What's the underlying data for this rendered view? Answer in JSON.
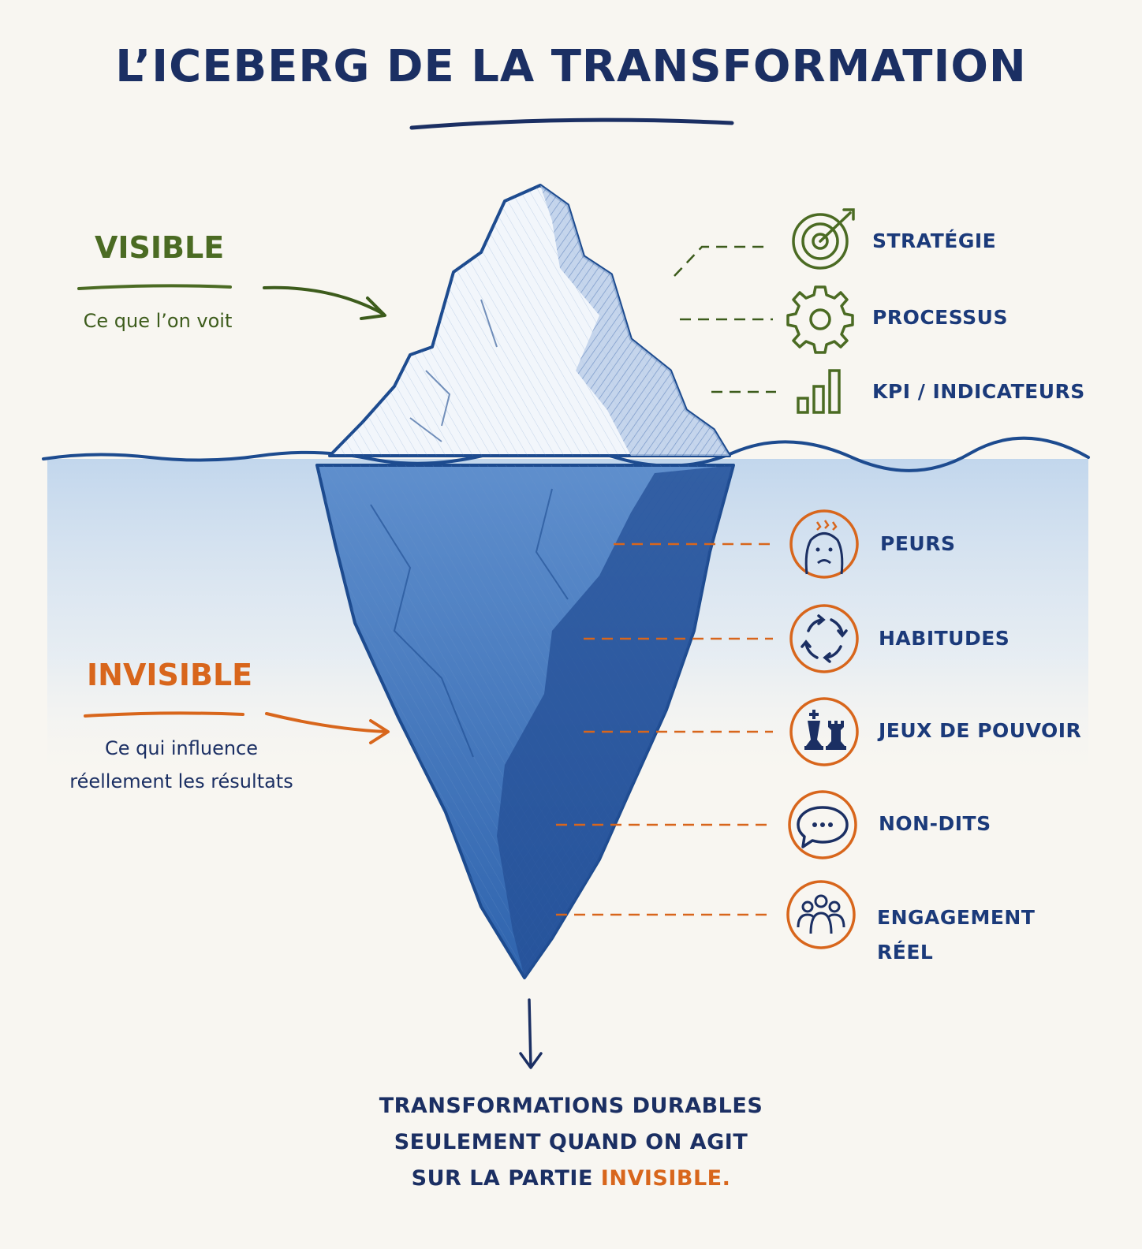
{
  "title": "L’ICEBERG DE LA TRANSFORMATION",
  "visible": {
    "heading": "VISIBLE",
    "caption": "Ce que l’on voit"
  },
  "invisible": {
    "heading": "INVISIBLE",
    "caption_lines": [
      "Ce qui influence",
      "réellement les résultats"
    ]
  },
  "visible_items": [
    {
      "label": "STRATÉGIE",
      "icon": "target-icon"
    },
    {
      "label": "PROCESSUS",
      "icon": "gear-icon"
    },
    {
      "label": "KPI / INDICATEURS",
      "icon": "bar-chart-icon"
    }
  ],
  "invisible_items": [
    {
      "label": "PEURS",
      "icon": "worried-face-icon"
    },
    {
      "label": "HABITUDES",
      "icon": "cycle-arrows-icon"
    },
    {
      "label": "JEUX DE POUVOIR",
      "icon": "chess-pieces-icon"
    },
    {
      "label": "NON-DITS",
      "icon": "speech-bubble-icon"
    },
    {
      "label_lines": [
        "ENGAGEMENT",
        "RÉEL"
      ],
      "icon": "people-group-icon"
    }
  ],
  "footer": {
    "lines": [
      "TRANSFORMATIONS DURABLES",
      "SEULEMENT QUAND ON AGIT",
      "SUR LA PARTIE "
    ],
    "highlight": "INVISIBLE."
  },
  "colors": {
    "navy": "#1b2f63",
    "green": "#4b6b23",
    "orange": "#d8661c",
    "ice_blue": "#3f72b5",
    "water": "#c9dbef"
  }
}
